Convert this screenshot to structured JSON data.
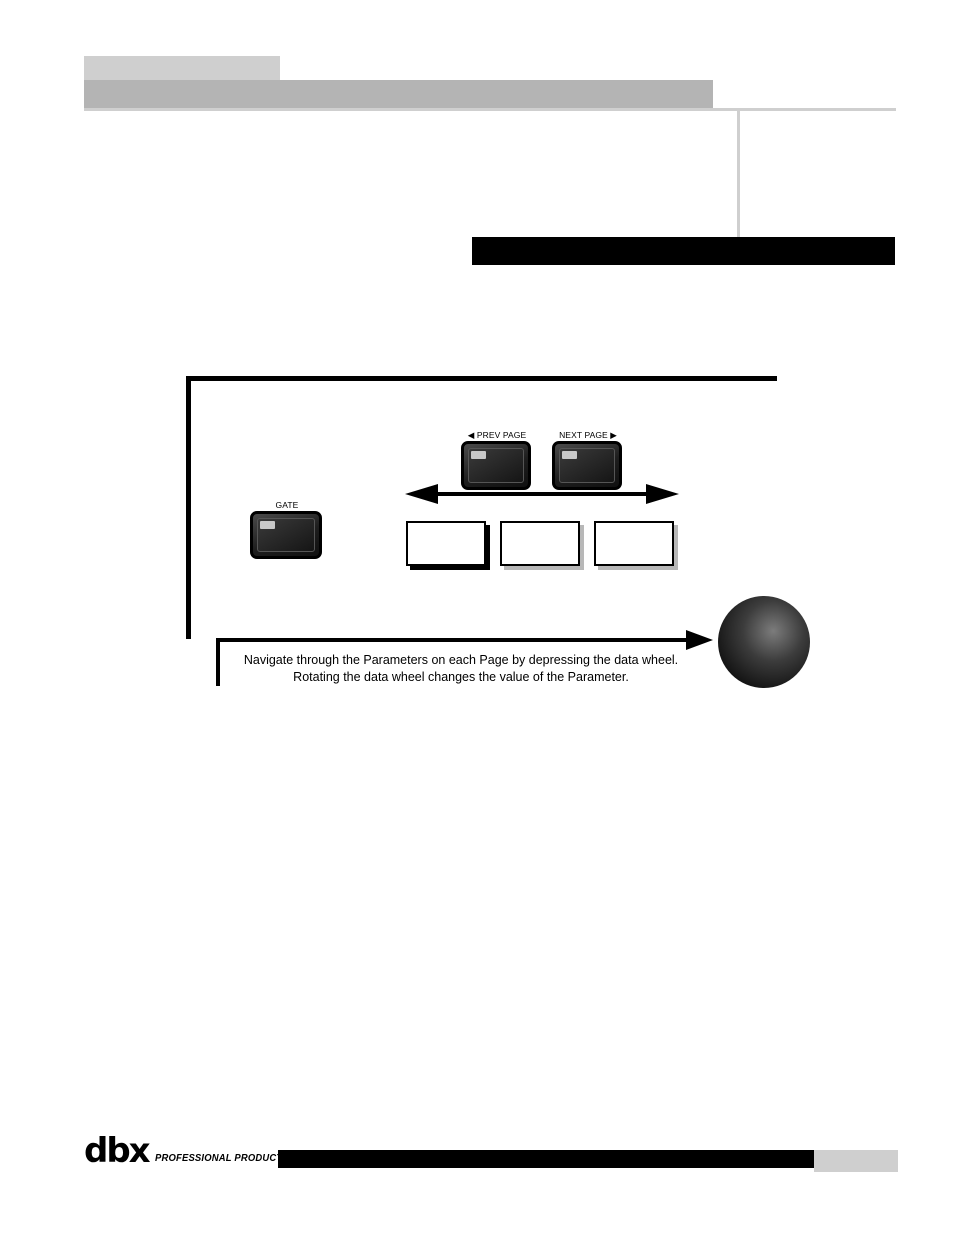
{
  "header": {
    "chapter_tab": "",
    "chapter_title": "",
    "section_title": ""
  },
  "diagram": {
    "gate_button_label": "GATE",
    "prev_page_label": "◀ PREV PAGE",
    "next_page_label": "NEXT PAGE ▶",
    "page_boxes": [
      "",
      "",
      ""
    ],
    "caption_line1": "Navigate through the Parameters on each Page by depressing the data wheel.",
    "caption_line2": "Rotating the data wheel changes the value of the Parameter."
  },
  "footer": {
    "logo_mark": "dbx",
    "logo_text": "PROFESSIONAL PRODUCTS",
    "page_number": ""
  },
  "colors": {
    "light_gray": "#cfcfcf",
    "mid_gray": "#b4b4b4",
    "black": "#000000"
  }
}
